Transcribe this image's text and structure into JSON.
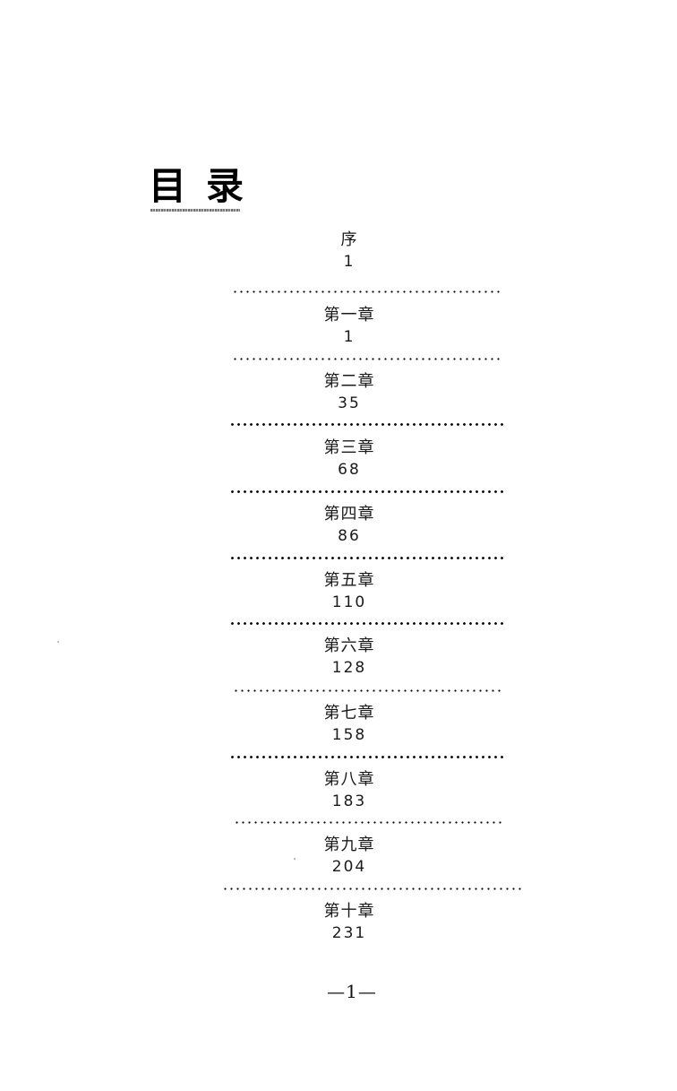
{
  "page": {
    "heading": "目录",
    "folio": "—1—"
  },
  "toc": {
    "entries": [
      {
        "title": "序",
        "page": "1"
      },
      {
        "title": "第一章",
        "page": "1"
      },
      {
        "title": "第二章",
        "page": "35"
      },
      {
        "title": "第三章",
        "page": "68"
      },
      {
        "title": "第四章",
        "page": "86"
      },
      {
        "title": "第五章",
        "page": "110"
      },
      {
        "title": "第六章",
        "page": "128"
      },
      {
        "title": "第七章",
        "page": "158"
      },
      {
        "title": "第八章",
        "page": "183"
      },
      {
        "title": "第九章",
        "page": "204"
      },
      {
        "title": "第十章",
        "page": "231"
      }
    ]
  }
}
